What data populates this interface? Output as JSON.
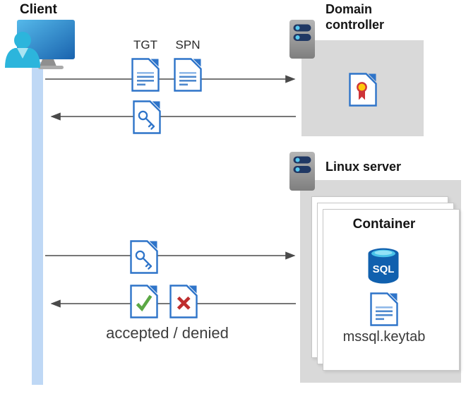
{
  "labels": {
    "client": "Client",
    "domain_controller": "Domain controller",
    "linux_server": "Linux server",
    "container": "Container",
    "tgt": "TGT",
    "spn": "SPN",
    "sql": "SQL",
    "keytab": "mssql.keytab",
    "result": "accepted / denied"
  },
  "icons": {
    "client": "user-at-monitor-icon",
    "domain_controller_host": "server-icon",
    "linux_server_host": "server-icon",
    "tgt_message": "document-icon",
    "spn_message": "document-icon",
    "ticket_from_dc": "key-document-icon",
    "ticket_to_sql": "key-document-icon",
    "accepted_message": "check-document-icon",
    "denied_message": "x-document-icon",
    "dc_certificate": "certificate-document-icon",
    "sql_server": "sql-database-icon",
    "keytab_file": "document-icon"
  },
  "colors": {
    "doc_border": "#2E74C9",
    "doc_line": "#4E89CE",
    "doc_line_light": "#8FB9E8",
    "accepted_green": "#5BA845",
    "denied_red": "#BE2E2E",
    "lifeline_blue": "#BFD8F5",
    "box_gray": "#D9D9D9",
    "arrow_gray": "#4A4A4A",
    "server_bar_navy": "#203864",
    "server_dot_blue": "#55C8F0",
    "sql_body_blue": "#1060AE",
    "sql_top_cyan": "#49C3E8",
    "badge_yellow": "#FFC80A",
    "badge_red": "#CE3438",
    "monitor_blue_light": "#55B9EA",
    "monitor_blue_dark": "#1A63AE",
    "person_cyan": "#2CB5DC"
  }
}
